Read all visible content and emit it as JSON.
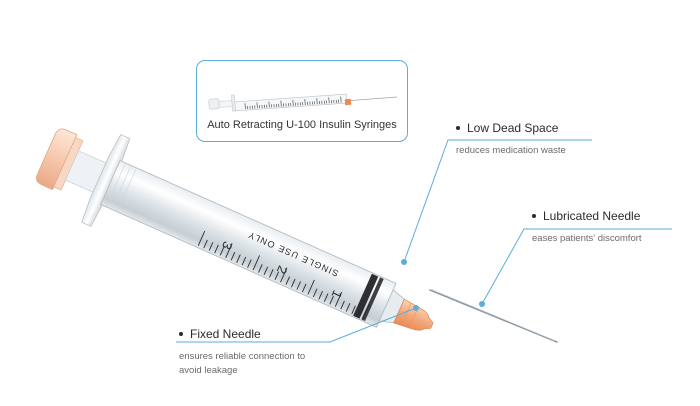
{
  "inset": {
    "caption": "Auto Retracting U-100 Insulin Syringes"
  },
  "syringe": {
    "barrel_text": "SINGLE USE ONLY",
    "scale_numbers": [
      "3",
      "2",
      "1"
    ]
  },
  "callouts": [
    {
      "id": "low-dead-space",
      "title": "Low Dead Space",
      "description": "reduces medication waste"
    },
    {
      "id": "lubricated-needle",
      "title": "Lubricated Needle",
      "description": "eases patients' discomfort"
    },
    {
      "id": "fixed-needle",
      "title": "Fixed Needle",
      "description": "ensures reliable connection to avoid leakage"
    }
  ],
  "colors": {
    "accent": "#5aaed8",
    "hub_orange": "#f3a77a",
    "plunger_peach": "#f6c9ad"
  }
}
